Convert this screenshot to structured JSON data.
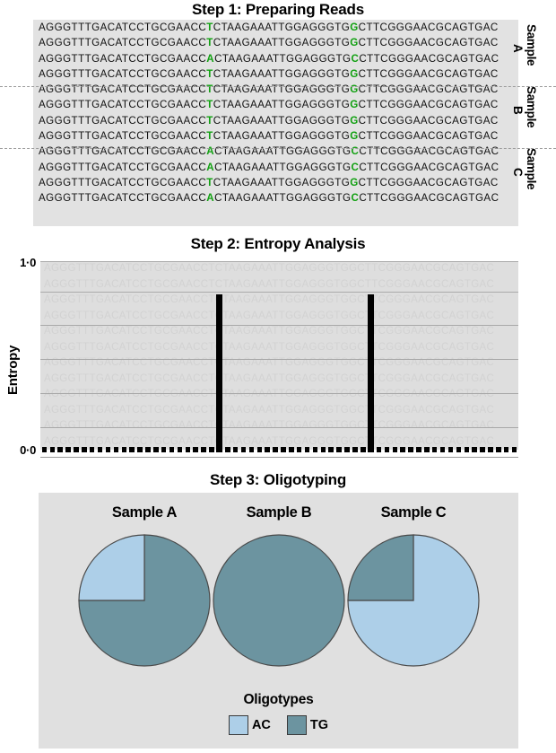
{
  "figure": {
    "panels": [
      {
        "title": "Step 1: Preparing Reads"
      },
      {
        "title": "Step 2: Entropy Analysis"
      },
      {
        "title": "Step 3: Oligotyping"
      }
    ]
  },
  "colors": {
    "oligotype_ac": "#ADCFE8",
    "oligotype_tg": "#6C94A0",
    "variable_base": "#11a011",
    "panel_bg": "#e2e2e2",
    "bar": "#000000"
  },
  "step1": {
    "title": "Step 1: Preparing Reads",
    "sequence_prefix": "AGGGTTTGACATCCTGCGAACC",
    "sequence_middle": "CTAAGAAATTGGAGGGTG",
    "sequence_suffix": "CTTCGGGAACGCAGTGAC",
    "variable_positions": [
      23,
      42
    ],
    "groups": [
      {
        "label": "Sample",
        "letter": "A",
        "reads": [
          {
            "v1": "T",
            "v2": "G",
            "oligotype": "TG"
          },
          {
            "v1": "T",
            "v2": "G",
            "oligotype": "TG"
          },
          {
            "v1": "A",
            "v2": "C",
            "oligotype": "AC"
          },
          {
            "v1": "T",
            "v2": "G",
            "oligotype": "TG"
          }
        ]
      },
      {
        "label": "Sample",
        "letter": "B",
        "reads": [
          {
            "v1": "T",
            "v2": "G",
            "oligotype": "TG"
          },
          {
            "v1": "T",
            "v2": "G",
            "oligotype": "TG"
          },
          {
            "v1": "T",
            "v2": "G",
            "oligotype": "TG"
          },
          {
            "v1": "T",
            "v2": "G",
            "oligotype": "TG"
          }
        ]
      },
      {
        "label": "Sample",
        "letter": "C",
        "reads": [
          {
            "v1": "A",
            "v2": "C",
            "oligotype": "AC"
          },
          {
            "v1": "A",
            "v2": "C",
            "oligotype": "AC"
          },
          {
            "v1": "T",
            "v2": "G",
            "oligotype": "TG"
          },
          {
            "v1": "A",
            "v2": "C",
            "oligotype": "AC"
          }
        ]
      }
    ]
  },
  "step2": {
    "title": "Step 2: Entropy Analysis",
    "ylabel": "Entropy",
    "yticks": [
      "1·0",
      "0·0"
    ],
    "ghost_sequence": "AGGGTTTGACATCCTGCGAACCTCTAAGAAATTGGAGGGTGGCTTCGGGAACGCAGTGAC",
    "ghost_rows": 12,
    "gridlines_y": [
      0.84,
      0.66,
      0.48,
      0.3,
      0.12
    ]
  },
  "step3": {
    "title": "Step 3: Oligotyping",
    "legend_title": "Oligotypes",
    "legend": [
      {
        "label": "AC",
        "color": "#ADCFE8"
      },
      {
        "label": "TG",
        "color": "#6C94A0"
      }
    ],
    "pies": [
      {
        "title": "Sample A",
        "slices": [
          {
            "label": "TG",
            "value": 75
          },
          {
            "label": "AC",
            "value": 25
          }
        ]
      },
      {
        "title": "Sample B",
        "slices": [
          {
            "label": "TG",
            "value": 100
          },
          {
            "label": "AC",
            "value": 0
          }
        ]
      },
      {
        "title": "Sample C",
        "slices": [
          {
            "label": "AC",
            "value": 75
          },
          {
            "label": "TG",
            "value": 25
          }
        ]
      }
    ]
  },
  "chart_data": [
    {
      "type": "bar",
      "title": "Step 2: Entropy Analysis",
      "xlabel": "",
      "ylabel": "Entropy",
      "ylim": [
        0,
        1
      ],
      "grid": true,
      "legend": "none",
      "x": [
        1,
        2,
        3,
        4,
        5,
        6,
        7,
        8,
        9,
        10,
        11,
        12,
        13,
        14,
        15,
        16,
        17,
        18,
        19,
        20,
        21,
        22,
        23,
        24,
        25,
        26,
        27,
        28,
        29,
        30,
        31,
        32,
        33,
        34,
        35,
        36,
        37,
        38,
        39,
        40,
        41,
        42,
        43,
        44,
        45,
        46,
        47,
        48,
        49,
        50,
        51,
        52,
        53,
        54,
        55,
        56,
        57,
        58,
        59,
        60
      ],
      "categories": [
        "A",
        "G",
        "G",
        "G",
        "T",
        "T",
        "T",
        "G",
        "A",
        "C",
        "A",
        "T",
        "C",
        "C",
        "T",
        "G",
        "C",
        "G",
        "A",
        "A",
        "C",
        "C",
        "T",
        "C",
        "T",
        "A",
        "A",
        "G",
        "A",
        "A",
        "A",
        "T",
        "T",
        "G",
        "G",
        "A",
        "G",
        "G",
        "G",
        "T",
        "G",
        "G",
        "C",
        "T",
        "T",
        "C",
        "G",
        "G",
        "G",
        "A",
        "A",
        "C",
        "G",
        "C",
        "A",
        "G",
        "T",
        "G",
        "A",
        "C"
      ],
      "values": [
        0.03,
        0.03,
        0.03,
        0.03,
        0.03,
        0.03,
        0.03,
        0.03,
        0.03,
        0.03,
        0.03,
        0.03,
        0.03,
        0.03,
        0.03,
        0.03,
        0.03,
        0.03,
        0.03,
        0.03,
        0.03,
        0.03,
        0.84,
        0.03,
        0.03,
        0.03,
        0.03,
        0.03,
        0.03,
        0.03,
        0.03,
        0.03,
        0.03,
        0.03,
        0.03,
        0.03,
        0.03,
        0.03,
        0.03,
        0.03,
        0.03,
        0.84,
        0.03,
        0.03,
        0.03,
        0.03,
        0.03,
        0.03,
        0.03,
        0.03,
        0.03,
        0.03,
        0.03,
        0.03,
        0.03,
        0.03,
        0.03,
        0.03,
        0.03,
        0.03
      ],
      "high_entropy_positions": [
        23,
        42
      ],
      "high_entropy_value": 0.84
    },
    {
      "type": "pie",
      "title": "Sample A",
      "labels": [
        "TG",
        "AC"
      ],
      "values": [
        75,
        25
      ],
      "colors": [
        "#6C94A0",
        "#ADCFE8"
      ]
    },
    {
      "type": "pie",
      "title": "Sample B",
      "labels": [
        "TG",
        "AC"
      ],
      "values": [
        100,
        0
      ],
      "colors": [
        "#6C94A0",
        "#ADCFE8"
      ]
    },
    {
      "type": "pie",
      "title": "Sample C",
      "labels": [
        "AC",
        "TG"
      ],
      "values": [
        75,
        25
      ],
      "colors": [
        "#ADCFE8",
        "#6C94A0"
      ]
    }
  ]
}
